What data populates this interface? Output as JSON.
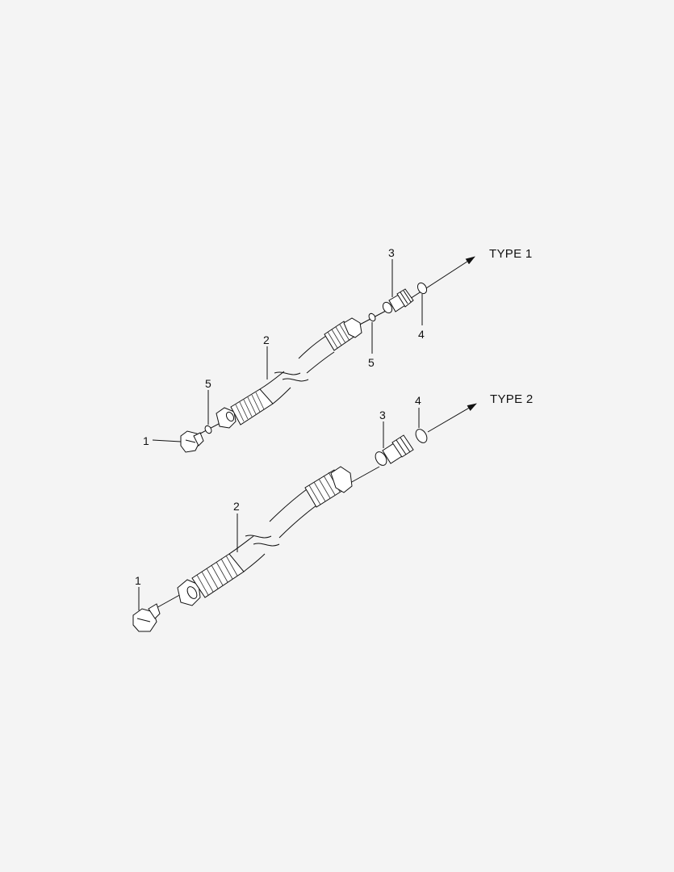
{
  "diagram": {
    "assemblies": [
      {
        "id": "type1",
        "label": "TYPE 1",
        "callouts": [
          "1",
          "2",
          "5",
          "5",
          "3",
          "4"
        ]
      },
      {
        "id": "type2",
        "label": "TYPE 2",
        "callouts": [
          "1",
          "2",
          "3",
          "4"
        ]
      }
    ]
  }
}
